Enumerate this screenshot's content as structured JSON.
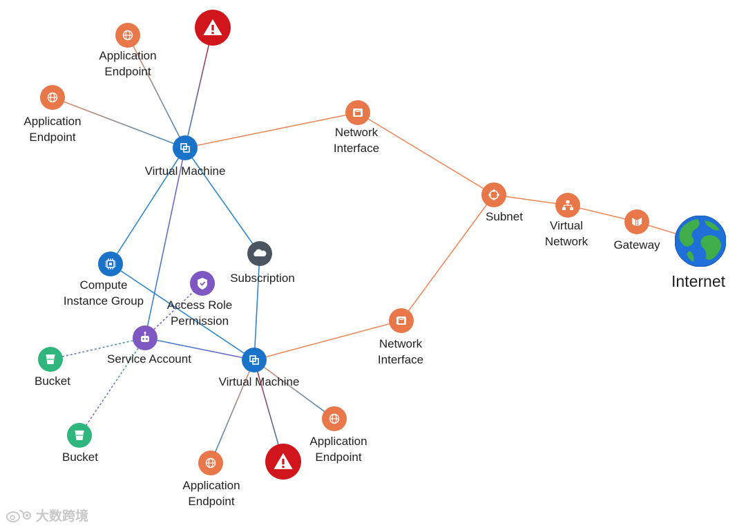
{
  "colors": {
    "orange": "#e8784a",
    "blue": "#1a73c8",
    "slate": "#4a5560",
    "purple": "#7e57c2",
    "green": "#2eb67d",
    "red": "#d0161c",
    "edge_orange": "#ec8a5c",
    "edge_blue": "#2f86c6",
    "edge_purple": "#7c61c4",
    "edge_green": "#36a88a",
    "edge_red": "#c0292e"
  },
  "nodes": [
    {
      "id": "vm1",
      "kind": "vm",
      "label": [
        "Virtual Machine"
      ]
    },
    {
      "id": "ae1",
      "kind": "app-endpoint",
      "label": [
        "Application",
        "Endpoint"
      ]
    },
    {
      "id": "ae2",
      "kind": "app-endpoint",
      "label": [
        "Application",
        "Endpoint"
      ]
    },
    {
      "id": "alert1",
      "kind": "alert",
      "label": []
    },
    {
      "id": "ni1",
      "kind": "network-interface",
      "label": [
        "Network",
        "Interface"
      ]
    },
    {
      "id": "subnet",
      "kind": "subnet",
      "label": [
        "Subnet"
      ]
    },
    {
      "id": "vnet",
      "kind": "virtual-network",
      "label": [
        "Virtual",
        "Network"
      ]
    },
    {
      "id": "gateway",
      "kind": "gateway",
      "label": [
        "Gateway"
      ]
    },
    {
      "id": "internet",
      "kind": "internet",
      "label": [
        "Internet"
      ]
    },
    {
      "id": "cig",
      "kind": "compute-instance-group",
      "label": [
        "Compute",
        "Instance Group"
      ]
    },
    {
      "id": "sub",
      "kind": "subscription",
      "label": [
        "Subscription"
      ]
    },
    {
      "id": "arp",
      "kind": "access-role-permission",
      "label": [
        "Access Role",
        "Permission"
      ]
    },
    {
      "id": "sa",
      "kind": "service-account",
      "label": [
        "Service Account"
      ]
    },
    {
      "id": "bucket1",
      "kind": "bucket",
      "label": [
        "Bucket"
      ]
    },
    {
      "id": "bucket2",
      "kind": "bucket",
      "label": [
        "Bucket"
      ]
    },
    {
      "id": "vm2",
      "kind": "vm",
      "label": [
        "Virtual Machine"
      ]
    },
    {
      "id": "ni2",
      "kind": "network-interface",
      "label": [
        "Network",
        "Interface"
      ]
    },
    {
      "id": "ae3",
      "kind": "app-endpoint",
      "label": [
        "Application",
        "Endpoint"
      ]
    },
    {
      "id": "ae4",
      "kind": "app-endpoint",
      "label": [
        "Application",
        "Endpoint"
      ]
    },
    {
      "id": "alert2",
      "kind": "alert",
      "label": []
    }
  ],
  "edges": [
    {
      "from": "vm1",
      "to": "ae1",
      "color": "gradient-orange-blue",
      "style": "solid"
    },
    {
      "from": "vm1",
      "to": "ae2",
      "color": "gradient-orange-blue",
      "style": "solid"
    },
    {
      "from": "vm1",
      "to": "alert1",
      "color": "gradient-red-blue",
      "style": "solid"
    },
    {
      "from": "vm1",
      "to": "ni1",
      "color": "orange",
      "style": "solid"
    },
    {
      "from": "vm1",
      "to": "cig",
      "color": "blue",
      "style": "solid"
    },
    {
      "from": "vm1",
      "to": "sub",
      "color": "blue",
      "style": "solid"
    },
    {
      "from": "vm1",
      "to": "sa",
      "color": "gradient-blue-purple",
      "style": "solid"
    },
    {
      "from": "ni1",
      "to": "subnet",
      "color": "orange",
      "style": "solid"
    },
    {
      "from": "subnet",
      "to": "vnet",
      "color": "orange",
      "style": "solid"
    },
    {
      "from": "vnet",
      "to": "gateway",
      "color": "orange",
      "style": "solid"
    },
    {
      "from": "gateway",
      "to": "internet",
      "color": "orange",
      "style": "solid"
    },
    {
      "from": "subnet",
      "to": "ni2",
      "color": "orange",
      "style": "solid"
    },
    {
      "from": "ni2",
      "to": "vm2",
      "color": "orange",
      "style": "solid"
    },
    {
      "from": "sub",
      "to": "vm2",
      "color": "blue",
      "style": "solid"
    },
    {
      "from": "cig",
      "to": "vm2",
      "color": "blue",
      "style": "solid"
    },
    {
      "from": "sa",
      "to": "vm2",
      "color": "gradient-purple-blue",
      "style": "solid"
    },
    {
      "from": "sa",
      "to": "arp",
      "color": "purple",
      "style": "dashed"
    },
    {
      "from": "sa",
      "to": "bucket1",
      "color": "gradient-purple-green",
      "style": "dashed"
    },
    {
      "from": "sa",
      "to": "bucket2",
      "color": "gradient-purple-green",
      "style": "dashed"
    },
    {
      "from": "vm2",
      "to": "ae3",
      "color": "gradient-blue-orange",
      "style": "solid"
    },
    {
      "from": "vm2",
      "to": "ae4",
      "color": "gradient-blue-orange",
      "style": "solid"
    },
    {
      "from": "vm2",
      "to": "alert2",
      "color": "gradient-blue-red",
      "style": "solid"
    }
  ],
  "watermark": {
    "text": "大数跨境",
    "icon": "weibo-logo-icon"
  }
}
